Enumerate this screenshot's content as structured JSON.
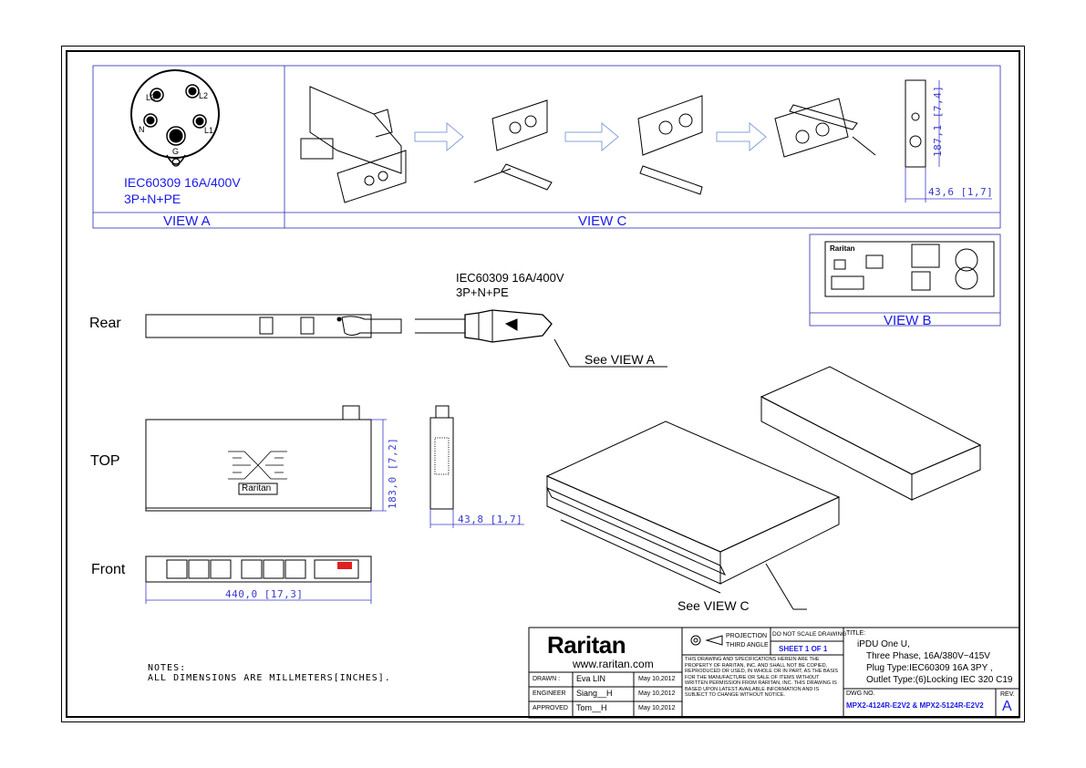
{
  "view_a": {
    "spec_line1": "IEC60309 16A/400V",
    "spec_line2": "3P+N+PE",
    "title": "VIEW A",
    "pins": {
      "l3": "L3",
      "l2": "L2",
      "n": "N",
      "l1": "L1",
      "g": "G"
    }
  },
  "view_c": {
    "title": "VIEW C",
    "dim_h": "187,1 [7,4]",
    "dim_w": "43,6 [1,7]"
  },
  "view_b": {
    "title": "VIEW B",
    "brand": "Raritan"
  },
  "rear": {
    "label": "Rear",
    "plug_line1": "IEC60309 16A/400V",
    "plug_line2": "3P+N+PE",
    "callout": "See VIEW A"
  },
  "top": {
    "label": "TOP",
    "dim_h": "183,0 [7,2]",
    "dim_side": "43,8 [1,7]",
    "logo_text": "Raritan"
  },
  "front": {
    "label": "Front",
    "dim_w": "440,0 [17,3]"
  },
  "iso": {
    "callout": "See VIEW C"
  },
  "notes": {
    "line1": "NOTES:",
    "line2": "ALL DIMENSIONS ARE MILLMETERS[INCHES]."
  },
  "title_block": {
    "logo": "Raritan",
    "website": "www.raritan.com",
    "projection_line1": "PROJECTION",
    "projection_line2": "THIRD ANGLE",
    "no_scale": "DO NOT SCALE DRAWING",
    "sheet": "SHEET 1 OF 1",
    "legal": "THIS DRAWING AND SPECIFICATIONS HEREIN ARE THE PROPERTY OF RARITAN, INC. AND SHALL NOT BE COPIED, REPRODUCED OR USED, IN WHOLE OR IN PART, AS THE BASIS FOR THE MANUFACTURE OR SALE OF ITEMS WITHOUT WRITTEN PERMISSION FROM RARITAN, INC. THIS DRAWING IS BASED UPON LATEST AVAILABLE INFORMATION AND IS SUBJECT TO CHANGE WITHOUT NOTICE.",
    "drawn_label": "DRAWN :",
    "drawn_name": "Eva LIN",
    "drawn_date": "May 10,2012",
    "engineer_label": "ENGINEER",
    "engineer_name": "Siang__H",
    "engineer_date": "May 10,2012",
    "approved_label": "APPROVED",
    "approved_name": "Tom__H",
    "approved_date": "May 10,2012",
    "title_label": "TITLE:",
    "title_line1": "iPDU One U,",
    "title_line2": "Three Phase, 16A/380V~415V",
    "title_line3": "Plug Type:IEC60309 16A 3PY ,",
    "title_line4": "Outlet Type:(6)Locking IEC 320 C19",
    "dwg_label": "DWG NO.",
    "dwg_no": "MPX2-4124R-E2V2 & MPX2-5124R-E2V2",
    "rev_label": "REV.",
    "rev": "A"
  },
  "colors": {
    "blue": "#1a1ae6",
    "dim_blue": "#3a3acc",
    "line": "#000000"
  }
}
